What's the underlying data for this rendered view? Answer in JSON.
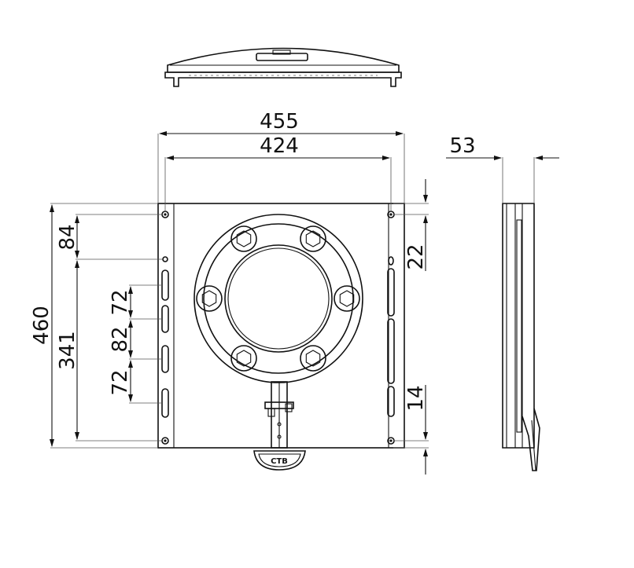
{
  "dimensions": {
    "overall_width": "455",
    "hole_spacing_width": "424",
    "thickness": "53",
    "overall_height": "460",
    "slot_span_height": "341",
    "top_hole_offset": "84",
    "slot_pitch_1": "72",
    "slot_pitch_2": "82",
    "slot_pitch_3": "72",
    "right_top_offset": "22",
    "right_bottom_offset": "14"
  },
  "logo_text": "CTB"
}
